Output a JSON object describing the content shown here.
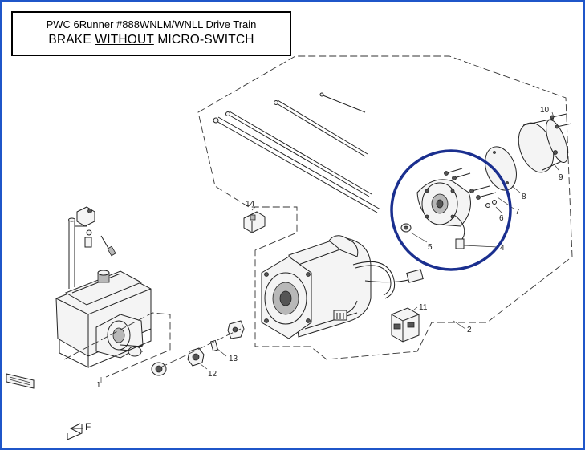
{
  "title": {
    "line1": "PWC 6Runner #888WNLM/WNLL Drive Train",
    "line2_prefix": "BRAKE ",
    "line2_emphasis": "WITHOUT",
    "line2_suffix": " MICRO-SWITCH"
  },
  "callouts": [
    "1",
    "2",
    "4",
    "5",
    "6",
    "7",
    "8",
    "9",
    "10",
    "11",
    "12",
    "13",
    "14"
  ],
  "direction_label": "F",
  "colors": {
    "frame": "#1f56c9",
    "highlight_circle": "#1a2f8f",
    "line_art": "#222222"
  }
}
